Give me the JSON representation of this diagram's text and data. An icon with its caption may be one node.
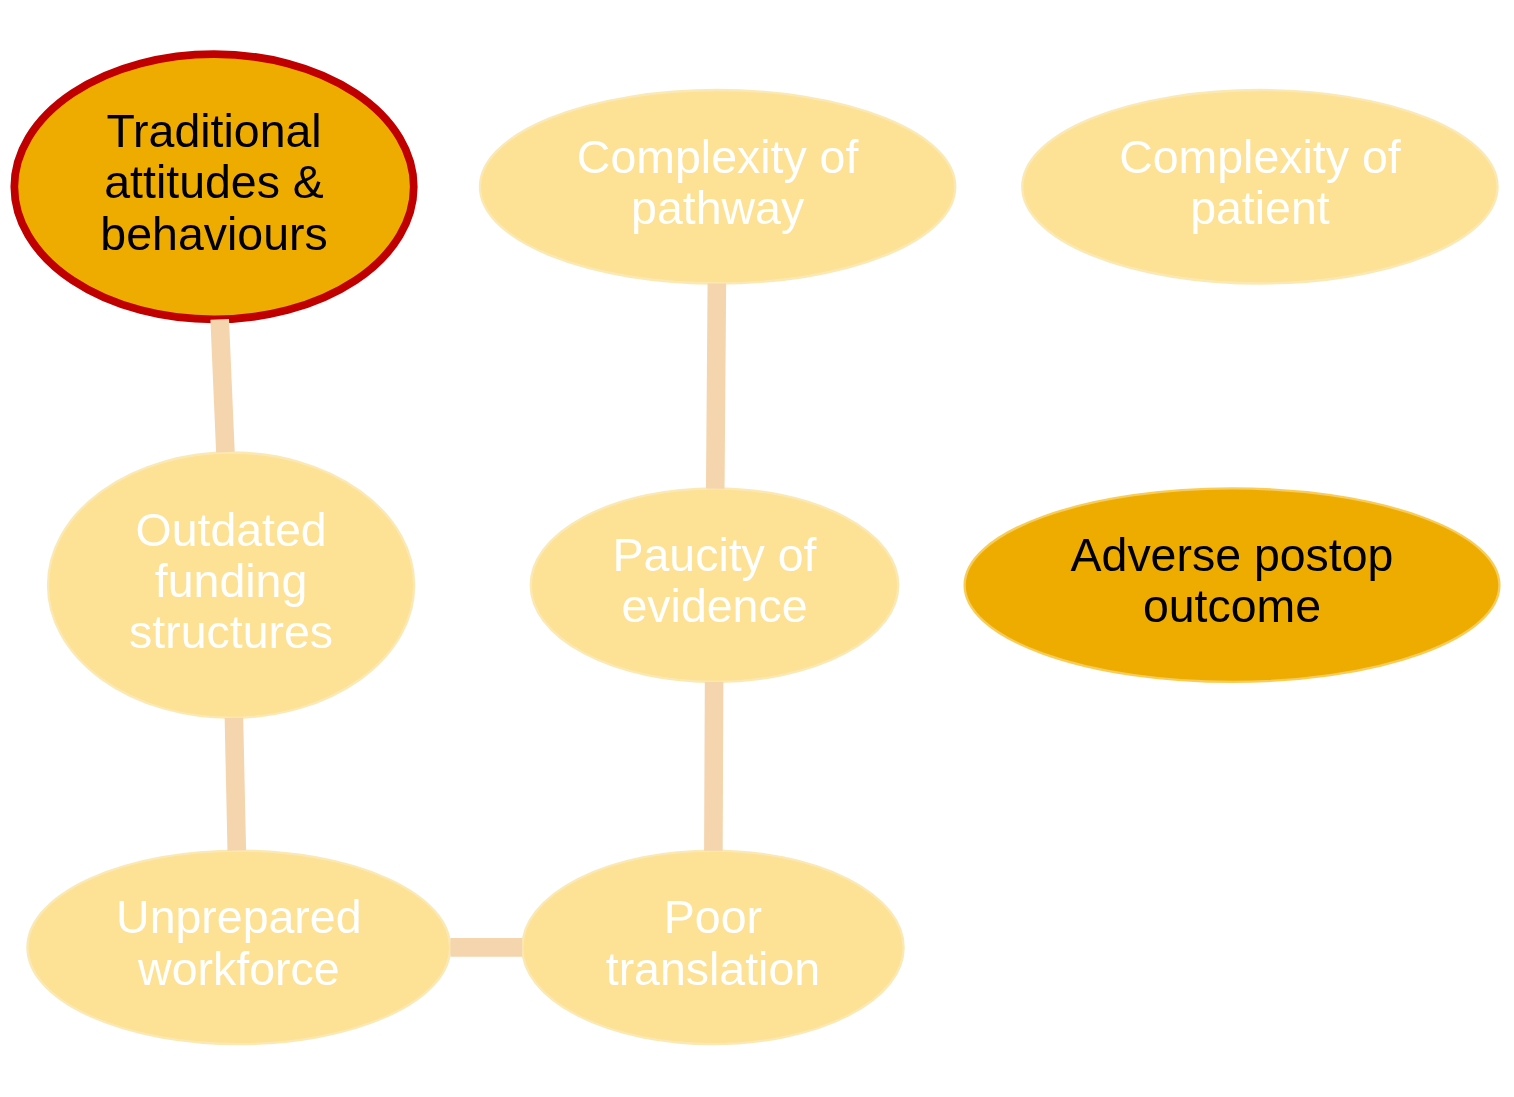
{
  "diagram": {
    "nodes": [
      {
        "text": [
          "Complexity of patient"
        ]
      },
      {
        "text": [
          "Traditional attitudes & behaviours"
        ]
      },
      {
        "text": [
          "Complexity of pathway"
        ]
      },
      {
        "text": [
          "Outdated funding structures"
        ]
      },
      {
        "text": [
          "Adverse postop outcome"
        ]
      },
      {
        "text": [
          "Paucity of evidence"
        ]
      },
      {
        "text": [
          "Unprepared workforce"
        ]
      },
      {
        "text": [
          "Poor translation"
        ]
      }
    ],
    "edges": [
      {
        "from": 1,
        "to": 3,
        "arrow": "none"
      },
      {
        "from": 3,
        "to": 6,
        "arrow": "none"
      },
      {
        "from": 6,
        "to": 7,
        "arrow": "none"
      },
      {
        "from": 2,
        "to": 5,
        "arrow": "none"
      },
      {
        "from": 5,
        "to": 7,
        "arrow": "none"
      }
    ]
  }
}
